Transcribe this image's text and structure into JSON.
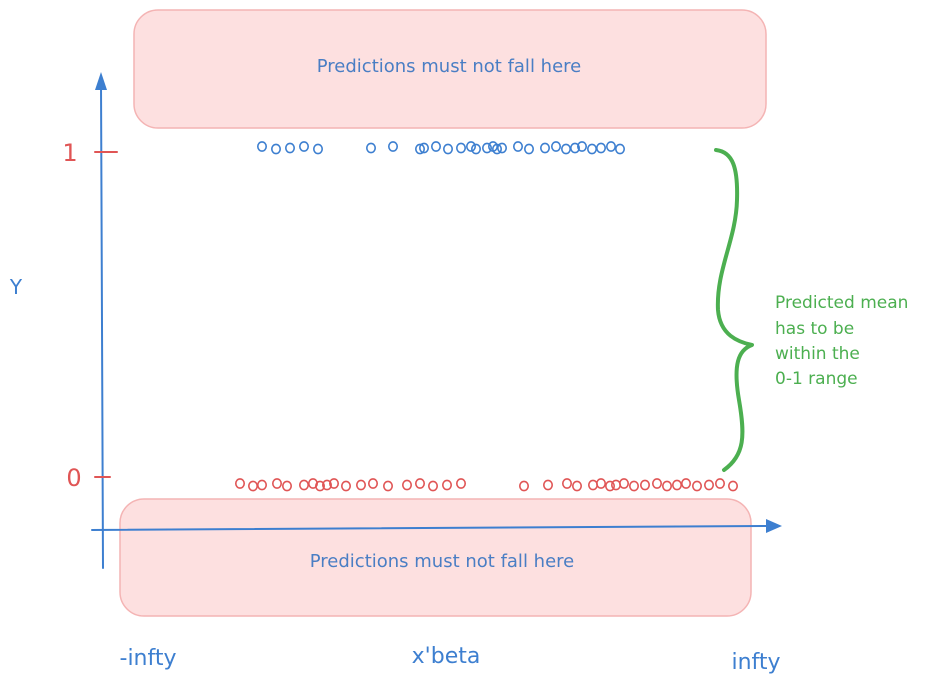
{
  "zones": {
    "top_label": "Predictions must not fall here",
    "bottom_label": "Predictions must not fall here"
  },
  "axes": {
    "y_label": "Y",
    "y_tick_high": "1",
    "y_tick_low": "0",
    "x_label": "x'beta",
    "x_left": "-infty",
    "x_right": "infty"
  },
  "annotation": {
    "lines": [
      "Predicted mean",
      "has to be",
      "within the",
      "0-1 range"
    ]
  },
  "colors": {
    "zone_fill": "#fde0e0",
    "zone_stroke": "#f4b4b4",
    "axis": "#3d7fd0",
    "ones": "#3d7fd0",
    "zeros": "#e05555",
    "brace": "#4caf50"
  },
  "chart_data": {
    "type": "scatter",
    "series": [
      {
        "name": "",
        "y": 1,
        "x": [
          262,
          276,
          290,
          304,
          318,
          371,
          393,
          420,
          424,
          436,
          448,
          461,
          471,
          476,
          487,
          493,
          497,
          502,
          518,
          529,
          545,
          556,
          566,
          575,
          582,
          592,
          601,
          611,
          620
        ]
      },
      {
        "name": "",
        "y": 0,
        "x": [
          240,
          253,
          262,
          277,
          287,
          304,
          313,
          320,
          327,
          334,
          346,
          361,
          373,
          388,
          407,
          420,
          433,
          447,
          461,
          524,
          548,
          567,
          577,
          593,
          601,
          610,
          616,
          624,
          634,
          645,
          657,
          667,
          677,
          686,
          697,
          709,
          720,
          733
        ]
      }
    ]
  }
}
